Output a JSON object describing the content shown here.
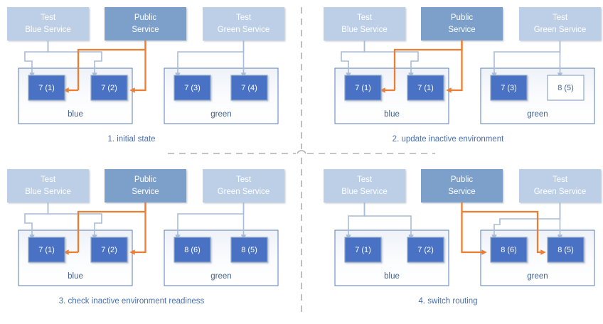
{
  "theme": {
    "service_light": "#bdcfe6",
    "service_dark": "#7da0cb",
    "instance_fill": "#4a72c4",
    "instance_stroke": "#8fa8c9",
    "instance_inactive_fill": "#ffffff",
    "instance_inactive_stroke": "#8fa8c9",
    "env_stroke": "#5b7eb5",
    "arrow_blue": "#a8bcd8",
    "arrow_orange": "#ed7d31",
    "divider": "#b0b0b0",
    "caption_color": "#4a6fb0",
    "label_white": "#ffffff",
    "label_blue": "#44618f"
  },
  "services": {
    "test_blue": "Test\nBlue Service",
    "test_blue_line1": "Test",
    "test_blue_line2": "Blue Service",
    "public_line1": "Public",
    "public_line2": "Service",
    "test_green_line1": "Test",
    "test_green_line2": "Green Service"
  },
  "environments": {
    "blue": "blue",
    "green": "green"
  },
  "panels": [
    {
      "id": "panel-1",
      "caption": "1. initial state",
      "blue_env": {
        "name": "blue",
        "instances": [
          {
            "label": "7 (1)",
            "state": "active"
          },
          {
            "label": "7 (2)",
            "state": "active"
          }
        ]
      },
      "green_env": {
        "name": "green",
        "instances": [
          {
            "label": "7 (3)",
            "state": "active"
          },
          {
            "label": "7 (4)",
            "state": "active"
          }
        ]
      },
      "public_routes_to": "blue"
    },
    {
      "id": "panel-2",
      "caption": "2. update inactive environment",
      "blue_env": {
        "name": "blue",
        "instances": [
          {
            "label": "7 (1)",
            "state": "active"
          },
          {
            "label": "7 (1)",
            "state": "active"
          }
        ]
      },
      "green_env": {
        "name": "green",
        "instances": [
          {
            "label": "7 (3)",
            "state": "active"
          },
          {
            "label": "8 (5)",
            "state": "starting"
          }
        ]
      },
      "public_routes_to": "blue"
    },
    {
      "id": "panel-3",
      "caption": "3. check inactive environment readiness",
      "blue_env": {
        "name": "blue",
        "instances": [
          {
            "label": "7 (1)",
            "state": "active"
          },
          {
            "label": "7 (2)",
            "state": "active"
          }
        ]
      },
      "green_env": {
        "name": "green",
        "instances": [
          {
            "label": "8 (6)",
            "state": "active"
          },
          {
            "label": "8 (5)",
            "state": "active"
          }
        ]
      },
      "public_routes_to": "blue"
    },
    {
      "id": "panel-4",
      "caption": "4. switch routing",
      "blue_env": {
        "name": "blue",
        "instances": [
          {
            "label": "7 (1)",
            "state": "active"
          },
          {
            "label": "7 (2)",
            "state": "active"
          }
        ]
      },
      "green_env": {
        "name": "green",
        "instances": [
          {
            "label": "8 (6)",
            "state": "active"
          },
          {
            "label": "8 (5)",
            "state": "active"
          }
        ]
      },
      "public_routes_to": "green"
    }
  ]
}
